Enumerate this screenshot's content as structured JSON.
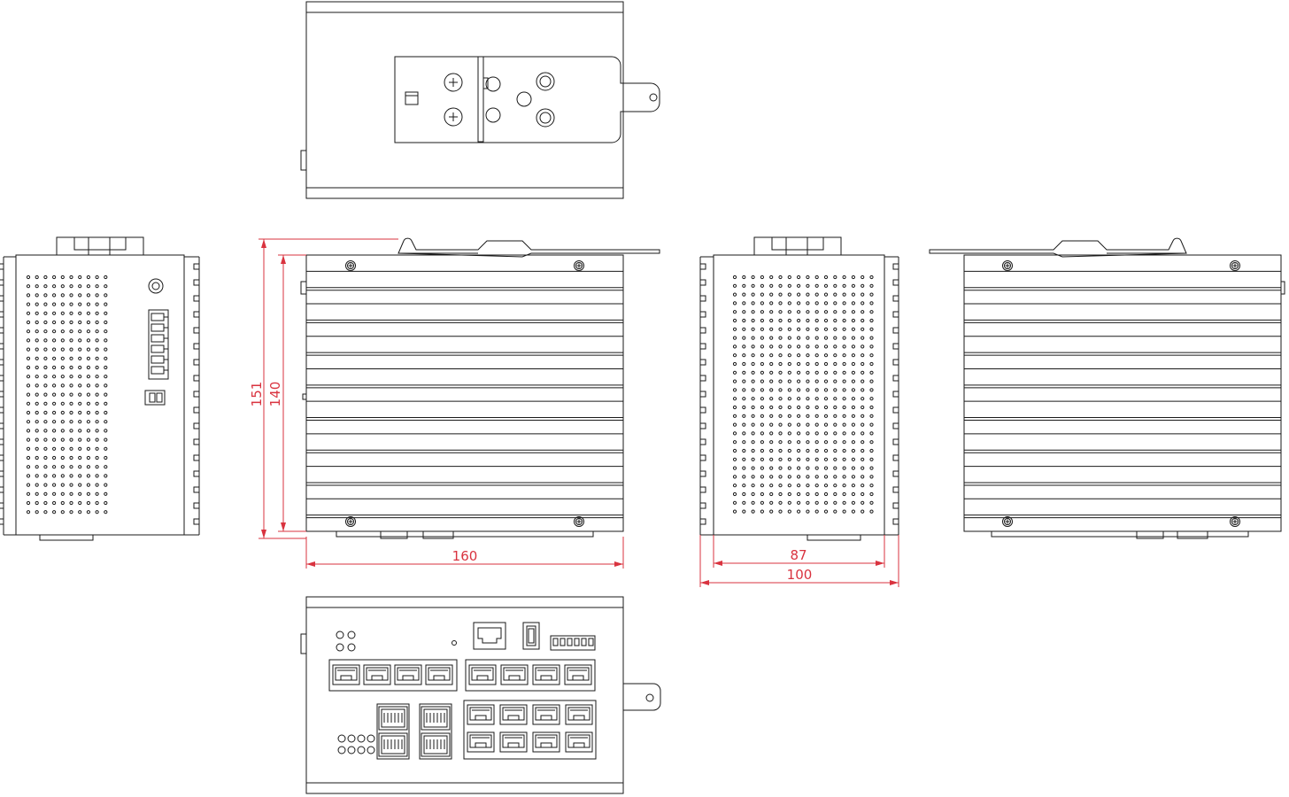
{
  "drawing": {
    "line_color": "#1a1a1a",
    "dimension_color": "#d9333f",
    "dimensions": {
      "height_overall": "151",
      "height_body": "140",
      "width_front": "160",
      "depth_body": "87",
      "depth_overall": "100"
    }
  }
}
